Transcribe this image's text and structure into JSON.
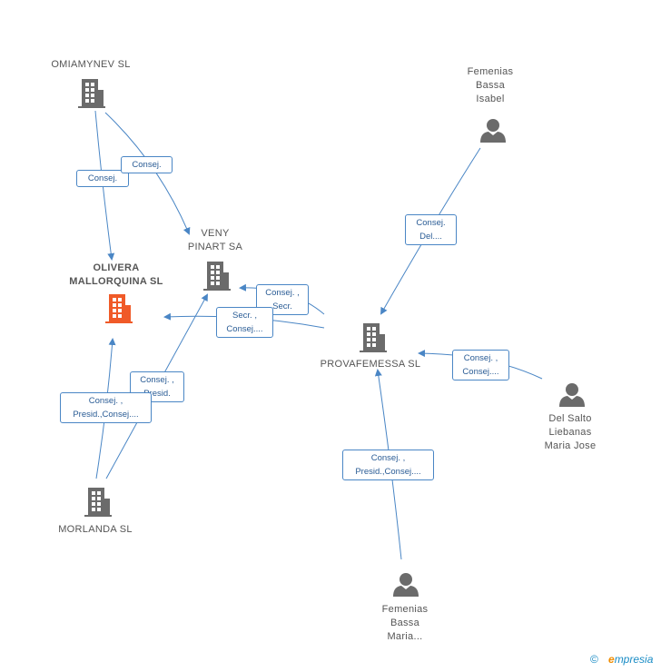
{
  "nodes": {
    "omiamynev": {
      "label": "OMIAMYNEV  SL",
      "type": "company",
      "color": "#6b6b6b"
    },
    "olivera": {
      "label_lines": [
        "OLIVERA",
        "MALLORQUINA SL"
      ],
      "type": "company",
      "color": "#f05a28"
    },
    "veny": {
      "label_lines": [
        "VENY",
        "PINART SA"
      ],
      "type": "company",
      "color": "#6b6b6b"
    },
    "provafemessa": {
      "label": "PROVAFEMESSA SL",
      "type": "company",
      "color": "#6b6b6b"
    },
    "morlanda": {
      "label": "MORLANDA  SL",
      "type": "company",
      "color": "#6b6b6b"
    },
    "femenias_isabel": {
      "label_lines": [
        "Femenias",
        "Bassa",
        "Isabel"
      ],
      "type": "person",
      "color": "#6b6b6b"
    },
    "del_salto": {
      "label_lines": [
        "Del Salto",
        "Liebanas",
        "Maria Jose"
      ],
      "type": "person",
      "color": "#6b6b6b"
    },
    "femenias_maria": {
      "label_lines": [
        "Femenias",
        "Bassa",
        "Maria..."
      ],
      "type": "person",
      "color": "#6b6b6b"
    }
  },
  "edges": {
    "omia_olivera": {
      "lines": [
        "Consej."
      ]
    },
    "omia_veny": {
      "lines": [
        "Consej."
      ]
    },
    "prova_veny": {
      "lines": [
        "Consej. ,",
        "Secr."
      ]
    },
    "prova_olivera": {
      "lines": [
        "Secr. ,",
        "Consej...."
      ]
    },
    "isabel_prova": {
      "lines": [
        "Consej.",
        "Del...."
      ]
    },
    "delsalto_prova": {
      "lines": [
        "Consej. ,",
        "Consej...."
      ]
    },
    "maria_prova": {
      "lines": [
        "Consej. ,",
        "Presid.,Consej...."
      ]
    },
    "morlanda_veny": {
      "lines": [
        "Consej. ,",
        "Presid."
      ]
    },
    "morlanda_olivera": {
      "lines": [
        "Consej. ,",
        "Presid.,Consej...."
      ]
    }
  },
  "edge_color": "#4a86c5",
  "footer": {
    "copyright": "©",
    "brand_initial": "e",
    "brand_rest": "mpresia"
  }
}
